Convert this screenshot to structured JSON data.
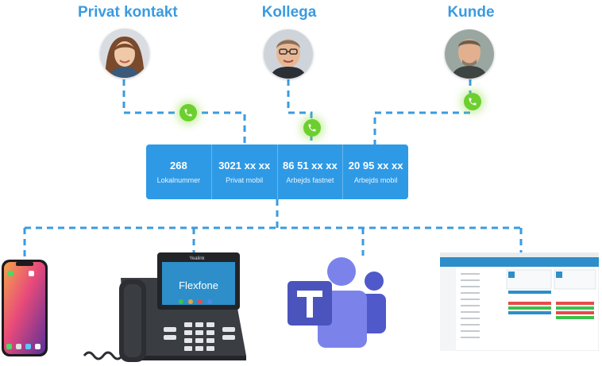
{
  "people": [
    {
      "name": "Privat kontakt"
    },
    {
      "name": "Kollega"
    },
    {
      "name": "Kunde"
    }
  ],
  "numbers": [
    {
      "value": "268",
      "label": "Lokalnummer"
    },
    {
      "value": "3021 xx xx",
      "label": "Privat mobil"
    },
    {
      "value": "86 51 xx xx",
      "label": "Arbejds fastnet"
    },
    {
      "value": "20 95 xx xx",
      "label": "Arbejds mobil"
    }
  ],
  "desk_phone": {
    "brand": "Yealink",
    "screen_logo": "Flexfone"
  },
  "colors": {
    "accent": "#3a9be0",
    "box": "#2e9ae6",
    "call_green": "#6ccf2e",
    "teams": "#5059c9"
  },
  "devices": [
    "smartphone",
    "desk-phone",
    "microsoft-teams",
    "web-app"
  ]
}
